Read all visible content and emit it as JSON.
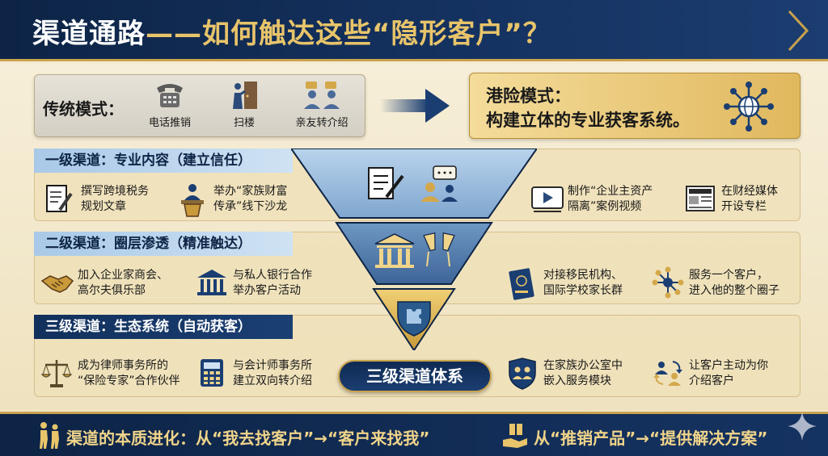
{
  "header": {
    "title_part1": "渠道通路",
    "title_part2": "——如何触达这些“隐形客户”？"
  },
  "traditional": {
    "label": "传统模式：",
    "items": [
      {
        "label": "电话推销",
        "icon": "telephone-icon"
      },
      {
        "label": "扫楼",
        "icon": "door-knocking-icon"
      },
      {
        "label": "亲友转介绍",
        "icon": "friends-referral-icon"
      }
    ]
  },
  "hk_mode": {
    "line1": "港险模式：",
    "line2": "构建立体的专业获客系统。",
    "icon": "network-globe-icon"
  },
  "tiers": [
    {
      "label": "一级渠道：专业内容（建立信任）",
      "items": [
        {
          "line1": "撰写跨境税务",
          "line2": "规划文章",
          "icon": "document-pen-icon"
        },
        {
          "line1": "举办“家族财富",
          "line2": "传承”线下沙龙",
          "icon": "lecture-podium-icon"
        },
        {
          "line1": "制作“企业主资产",
          "line2": "隔离”案例视频",
          "icon": "video-play-icon"
        },
        {
          "line1": "在财经媒体",
          "line2": "开设专栏",
          "icon": "newspaper-icon"
        }
      ]
    },
    {
      "label": "二级渠道：圈层渗透（精准触达）",
      "items": [
        {
          "line1": "加入企业家商会、",
          "line2": "高尔夫俱乐部",
          "icon": "handshake-icon"
        },
        {
          "line1": "与私人银行合作",
          "line2": "举办客户活动",
          "icon": "bank-icon"
        },
        {
          "line1": "对接移民机构、",
          "line2": "国际学校家长群",
          "icon": "passport-icon"
        },
        {
          "line1": "服务一个客户，",
          "line2": "进入他的整个圈子",
          "icon": "people-network-icon"
        }
      ]
    },
    {
      "label": "三级渠道：生态系统（自动获客）",
      "items": [
        {
          "line1": "成为律师事务所的",
          "line2": "“保险专家”合作伙伴",
          "icon": "scales-icon"
        },
        {
          "line1": "与会计师事务所",
          "line2": "建立双向转介绍",
          "icon": "calculator-icon"
        },
        {
          "line1": "在家族办公室中",
          "line2": "嵌入服务模块",
          "icon": "family-shield-icon"
        },
        {
          "line1": "让客户主动为你",
          "line2": "介绍客户",
          "icon": "referral-cycle-icon"
        }
      ]
    }
  ],
  "funnel": {
    "system_label": "三级渠道体系"
  },
  "footer": {
    "left_text": "渠道的本质进化：从“我去找客户”→“客户来找我”",
    "right_text": "从“推销产品”→“提供解决方案”"
  },
  "colors": {
    "navy": "#0d2446",
    "gold": "#c9a24d",
    "light_blue": "#a9c9e8",
    "cream": "#f3ead2"
  }
}
